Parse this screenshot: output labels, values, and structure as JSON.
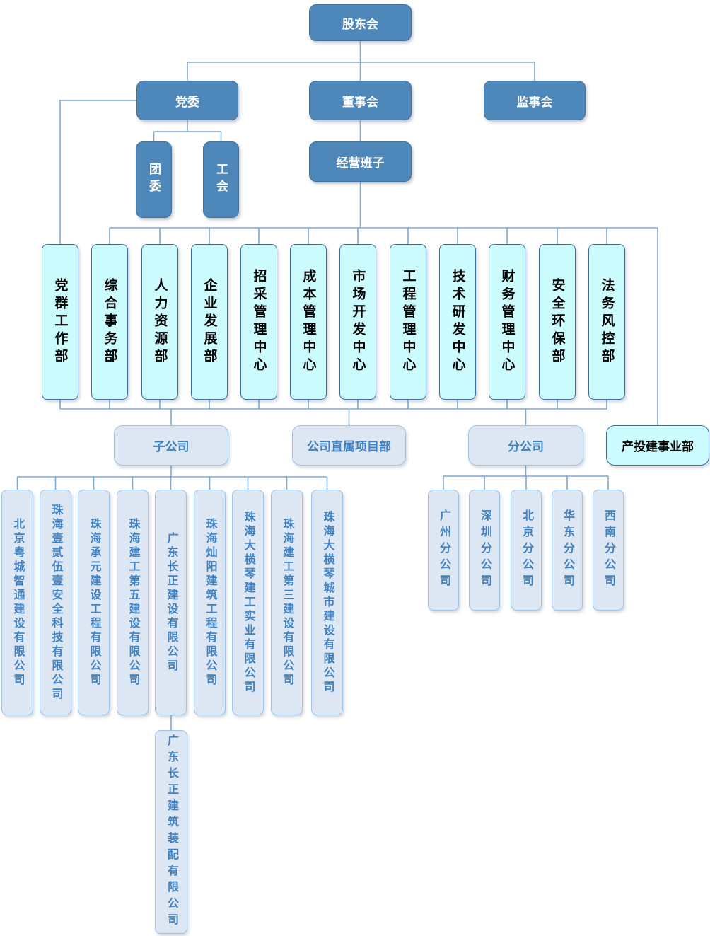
{
  "colors": {
    "node_dark_fill": "#4E87B9",
    "node_dark_border": "#41719C",
    "node_dark_text": "#FFFFFF",
    "node_cyan_fill": "#CCFBFE",
    "node_cyan_border": "#3C6E9F",
    "node_light_fill": "#DCE7F3",
    "node_light_border": "#9DC3E6",
    "node_light_text": "#4181C0",
    "connector": "#7CA9D6"
  },
  "nodes": {
    "shareholders": "股东会",
    "party_committee": "党委",
    "board": "董事会",
    "supervisory_board": "监事会",
    "youth_league": "团委",
    "labor_union": "工会",
    "management_team": "经营班子",
    "subsidiaries_group": "子公司",
    "direct_project_dept": "公司直属项目部",
    "branches_group": "分公司",
    "investment_construction_div": "产投建事业部",
    "sub_subsidiary": "广东长正建筑装配有限公司"
  },
  "departments": [
    "党群工作部",
    "综合事务部",
    "人力资源部",
    "企业发展部",
    "招采管理中心",
    "成本管理中心",
    "市场开发中心",
    "工程管理中心",
    "技术研发中心",
    "财务管理中心",
    "安全环保部",
    "法务风控部"
  ],
  "subsidiaries": [
    "北京粤城智通建设有限公司",
    "珠海壹贰伍壹安全科技有限公司",
    "珠海承元建设工程有限公司",
    "珠海建工第五建设有限公司",
    "广东长正建设有限公司",
    "珠海灿阳建筑工程有限公司",
    "珠海大横琴建工实业有限公司",
    "珠海建工第三建设有限公司",
    "珠海大横琴城市建设有限公司"
  ],
  "branches": [
    "广州分公司",
    "深圳分公司",
    "北京分公司",
    "华东分公司",
    "西南分公司"
  ]
}
